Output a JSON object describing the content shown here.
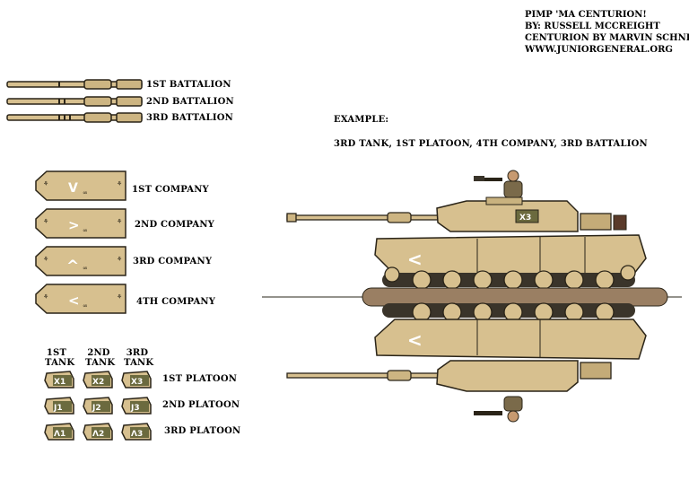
{
  "credits": {
    "line1": "PIMP 'MA CENTURION!",
    "line2": "BY: RUSSELL MCCREIGHT",
    "line3": "CENTURION BY MARVIN SCHNECK",
    "line4": "WWW.JUNIORGENERAL.ORG"
  },
  "battalions": [
    "1ST BATTALION",
    "2ND BATTALION",
    "3RD BATTALION"
  ],
  "companies": [
    {
      "label": "1ST COMPANY",
      "chevron": "V"
    },
    {
      "label": "2ND COMPANY",
      "chevron": ">"
    },
    {
      "label": "3RD COMPANY",
      "chevron": "^"
    },
    {
      "label": "4TH COMPANY",
      "chevron": "<"
    }
  ],
  "tank_headers": [
    {
      "ord": "1ST",
      "word": "TANK"
    },
    {
      "ord": "2ND",
      "word": "TANK"
    },
    {
      "ord": "3RD",
      "word": "TANK"
    }
  ],
  "platoons": [
    {
      "label": "1ST PLATOON",
      "markers": [
        "X1",
        "X2",
        "X3"
      ]
    },
    {
      "label": "2ND PLATOON",
      "markers": [
        "J1",
        "J2",
        "J3"
      ]
    },
    {
      "label": "3RD PLATOON",
      "markers": [
        "Λ1",
        "Λ2",
        "Λ3"
      ]
    }
  ],
  "example": {
    "title": "EXAMPLE:",
    "caption": "3RD TANK, 1ST PLATOON, 4TH COMPANY, 3RD BATTALION",
    "turret_marker": "X3",
    "hull_chevron": "<"
  },
  "colors": {
    "sand": "#d7c08f",
    "sand_dark": "#b89e6a",
    "outline": "#2a2418",
    "road": "#9a7f63",
    "marker_green": "#6b6a3e"
  }
}
